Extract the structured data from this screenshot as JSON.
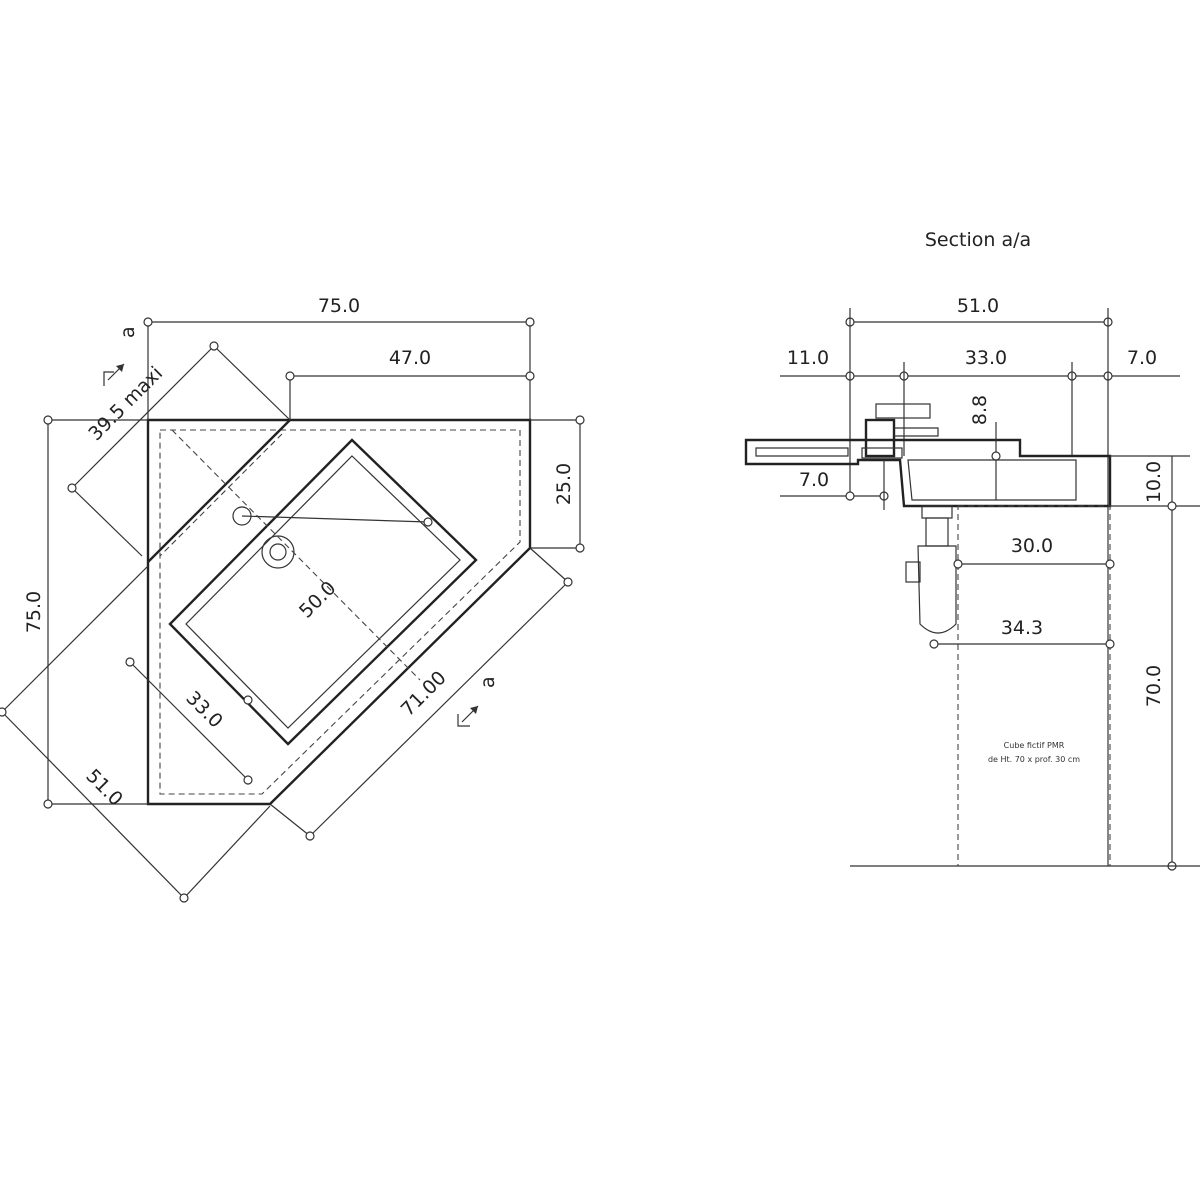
{
  "plan": {
    "dim_width": "75.0",
    "dim_depth": "75.0",
    "dim_back": "47.0",
    "dim_right": "25.0",
    "dim_tap": "39.5 maxi",
    "dim_bowl_len": "50.0",
    "dim_bowl_w": "33.0",
    "dim_front": "71.00",
    "dim_side": "51.0",
    "section_mark_top": "a",
    "section_mark_bottom": "a"
  },
  "section": {
    "title": "Section a/a",
    "dim_total": "51.0",
    "dim_left": "11.0",
    "dim_bowl": "33.0",
    "dim_right": "7.0",
    "dim_tap_h": "8.8",
    "dim_offset": "7.0",
    "dim_depth": "10.0",
    "dim_cube_w": "30.0",
    "dim_clear": "34.3",
    "dim_height": "70.0",
    "cube_note_1": "Cube fictif PMR",
    "cube_note_2": "de Ht. 70 x prof. 30 cm"
  }
}
